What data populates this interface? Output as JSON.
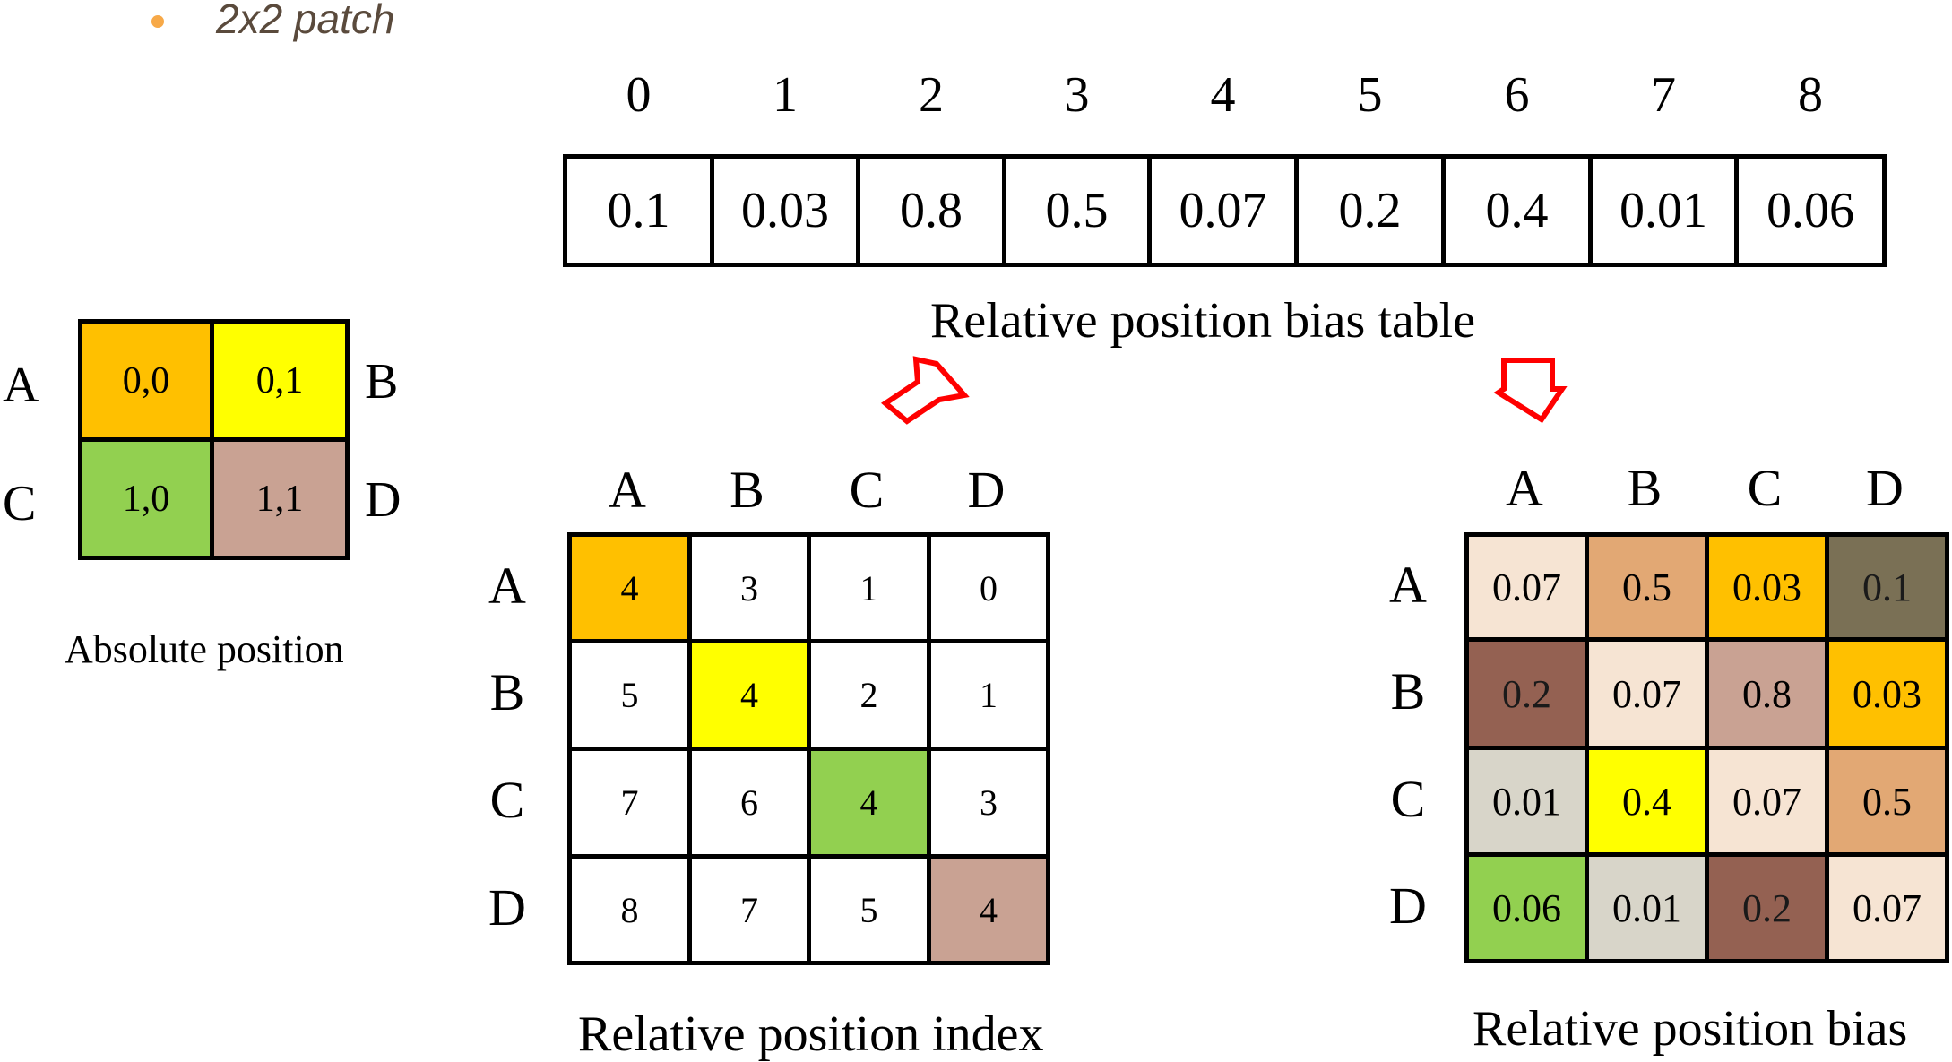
{
  "bullet": {
    "text": "2x2 patch",
    "color": "#f7a948"
  },
  "bias_table": {
    "indices": [
      "0",
      "1",
      "2",
      "3",
      "4",
      "5",
      "6",
      "7",
      "8"
    ],
    "values": [
      "0.1",
      "0.03",
      "0.8",
      "0.5",
      "0.07",
      "0.2",
      "0.4",
      "0.01",
      "0.06"
    ],
    "caption": "Relative position bias table"
  },
  "absolute_position": {
    "caption": "Absolute position",
    "left_labels": [
      "A",
      "C"
    ],
    "right_labels": [
      "B",
      "D"
    ],
    "cells": [
      {
        "text": "0,0",
        "color": "#ffc000"
      },
      {
        "text": "0,1",
        "color": "#ffff00"
      },
      {
        "text": "1,0",
        "color": "#92d050"
      },
      {
        "text": "1,1",
        "color": "#c9a293"
      }
    ]
  },
  "relative_index": {
    "caption": "Relative position index",
    "col_labels": [
      "A",
      "B",
      "C",
      "D"
    ],
    "row_labels": [
      "A",
      "B",
      "C",
      "D"
    ],
    "rows": [
      [
        {
          "text": "4",
          "color": "#ffc000"
        },
        {
          "text": "3",
          "color": "#ffffff"
        },
        {
          "text": "1",
          "color": "#ffffff"
        },
        {
          "text": "0",
          "color": "#ffffff"
        }
      ],
      [
        {
          "text": "5",
          "color": "#ffffff"
        },
        {
          "text": "4",
          "color": "#ffff00"
        },
        {
          "text": "2",
          "color": "#ffffff"
        },
        {
          "text": "1",
          "color": "#ffffff"
        }
      ],
      [
        {
          "text": "7",
          "color": "#ffffff"
        },
        {
          "text": "6",
          "color": "#ffffff"
        },
        {
          "text": "4",
          "color": "#92d050"
        },
        {
          "text": "3",
          "color": "#ffffff"
        }
      ],
      [
        {
          "text": "8",
          "color": "#ffffff"
        },
        {
          "text": "7",
          "color": "#ffffff"
        },
        {
          "text": "5",
          "color": "#ffffff"
        },
        {
          "text": "4",
          "color": "#c9a293"
        }
      ]
    ]
  },
  "relative_bias": {
    "caption": "Relative position bias",
    "col_labels": [
      "A",
      "B",
      "C",
      "D"
    ],
    "row_labels": [
      "A",
      "B",
      "C",
      "D"
    ],
    "rows": [
      [
        {
          "text": "0.07",
          "color": "#f6e4d3"
        },
        {
          "text": "0.5",
          "color": "#e2a874"
        },
        {
          "text": "0.03",
          "color": "#ffc000"
        },
        {
          "text": "0.1",
          "color": "#7a7055"
        }
      ],
      [
        {
          "text": "0.2",
          "color": "#946152"
        },
        {
          "text": "0.07",
          "color": "#f6e4d3"
        },
        {
          "text": "0.8",
          "color": "#c9a293"
        },
        {
          "text": "0.03",
          "color": "#ffc000"
        }
      ],
      [
        {
          "text": "0.01",
          "color": "#d8d5c9"
        },
        {
          "text": "0.4",
          "color": "#ffff00"
        },
        {
          "text": "0.07",
          "color": "#f6e4d3"
        },
        {
          "text": "0.5",
          "color": "#e2a874"
        }
      ],
      [
        {
          "text": "0.06",
          "color": "#92d050"
        },
        {
          "text": "0.01",
          "color": "#d8d5c9"
        },
        {
          "text": "0.2",
          "color": "#946152"
        },
        {
          "text": "0.07",
          "color": "#f6e4d3"
        }
      ]
    ]
  },
  "arrow_color": "#ff0000"
}
